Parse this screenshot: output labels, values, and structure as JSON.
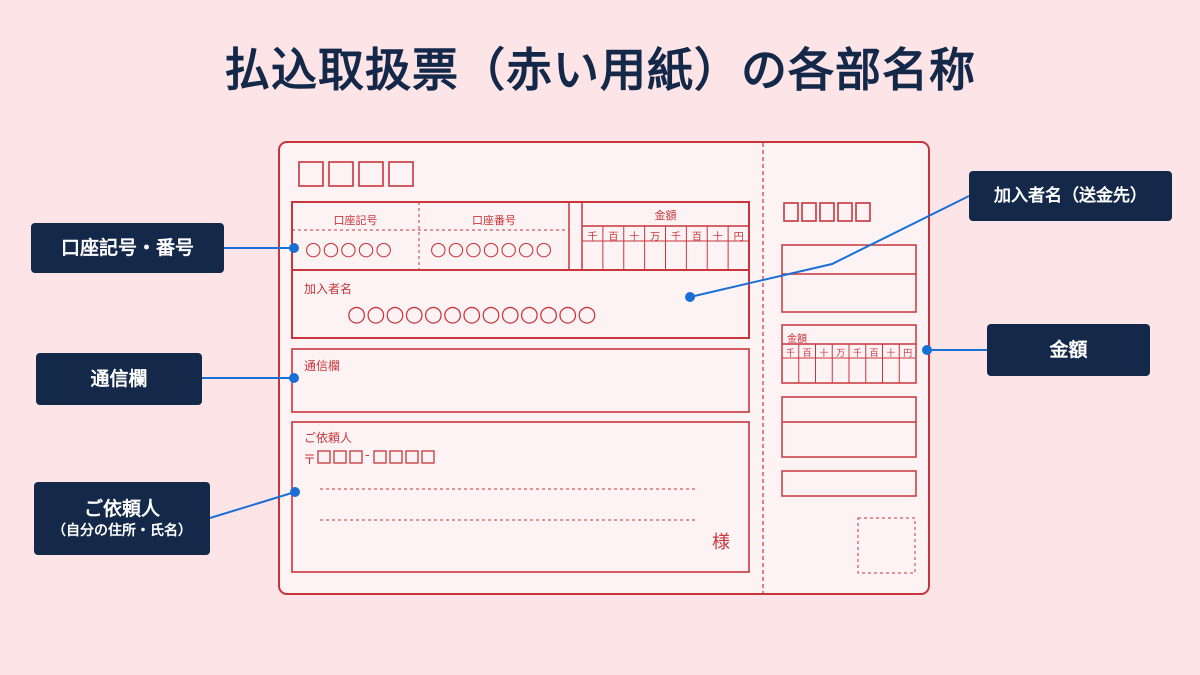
{
  "title": "払込取扱票（赤い用紙）の各部名称",
  "callouts": {
    "account": "口座記号・番号",
    "subscriber": "加入者名（送金先）",
    "message": "通信欄",
    "amount": "金額",
    "requester": "ご依頼人",
    "requester_sub": "（自分の住所・氏名）"
  },
  "form": {
    "account_symbol_label": "口座記号",
    "account_number_label": "口座番号",
    "amount_label": "金額",
    "digit_units": [
      "千",
      "百",
      "十",
      "万",
      "千",
      "百",
      "十",
      "円"
    ],
    "account_symbol_value": "○○○○○",
    "account_number_value": "○○○○○○○",
    "subscriber_label": "加入者名",
    "subscriber_value": "○○○○○○○○○○○○○",
    "message_label": "通信欄",
    "requester_label": "ご依頼人",
    "postal_mark": "〒",
    "postal_dash": "-",
    "honorific": "様",
    "stub_amount_label": "金額",
    "stub_digit_units": [
      "千",
      "百",
      "十",
      "万",
      "千",
      "百",
      "十",
      "円"
    ]
  },
  "colors": {
    "navy": "#14294a",
    "form_red": "#c8363c",
    "pointer_blue": "#1a6fd6",
    "background": "#fde4e6"
  }
}
